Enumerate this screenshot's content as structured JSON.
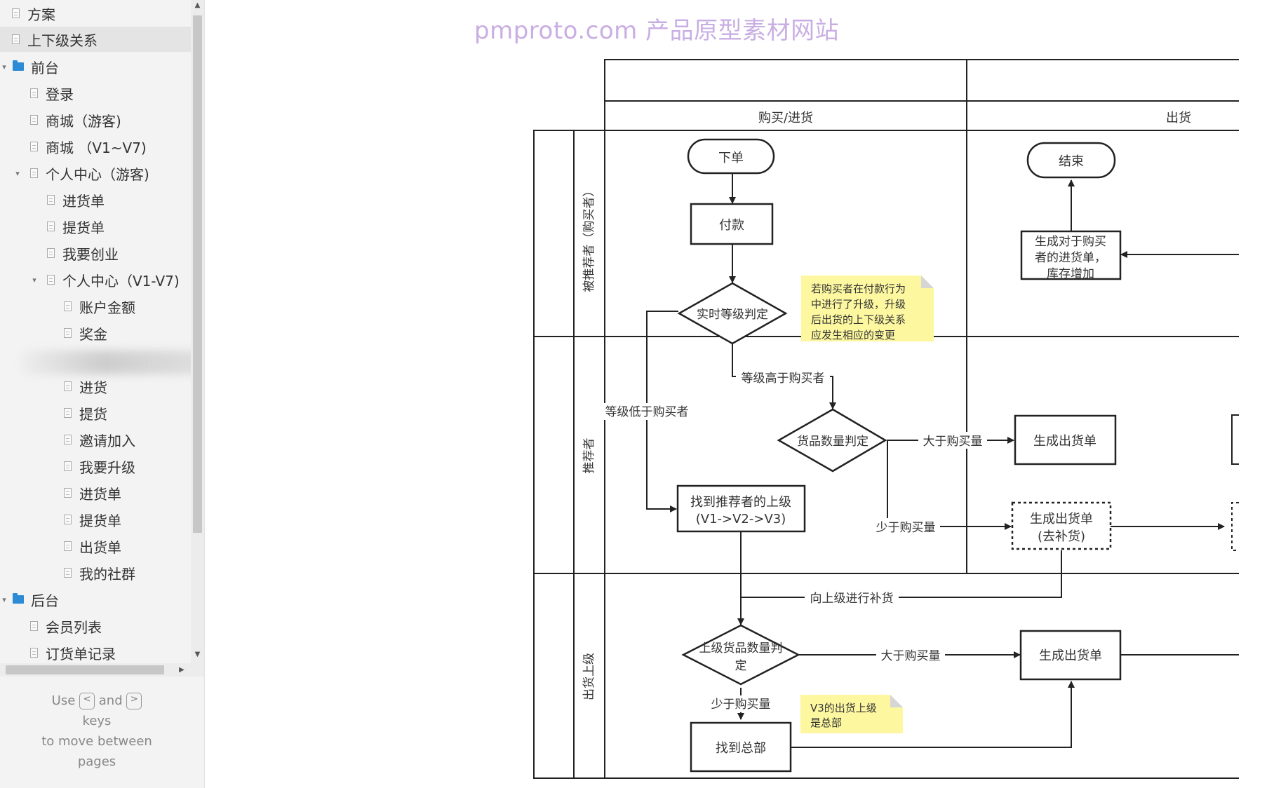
{
  "sidebar": {
    "items": [
      {
        "label": "方案",
        "type": "page",
        "level": 0
      },
      {
        "label": "上下级关系",
        "type": "page",
        "level": 0,
        "selected": true
      },
      {
        "label": "前台",
        "type": "folder",
        "level": 0,
        "expanded": true
      },
      {
        "label": "登录",
        "type": "page",
        "level": 1
      },
      {
        "label": "商城（游客)",
        "type": "page",
        "level": 1
      },
      {
        "label": "商城 （V1~V7)",
        "type": "page",
        "level": 1
      },
      {
        "label": "个人中心（游客)",
        "type": "page",
        "level": 1,
        "expanded": true
      },
      {
        "label": "进货单",
        "type": "page",
        "level": 2
      },
      {
        "label": "提货单",
        "type": "page",
        "level": 2
      },
      {
        "label": "我要创业",
        "type": "page",
        "level": 2
      },
      {
        "label": "个人中心（V1-V7)",
        "type": "page",
        "level": 2,
        "expanded": true
      },
      {
        "label": "账户金额",
        "type": "page",
        "level": 3
      },
      {
        "label": "奖金",
        "type": "page",
        "level": 3
      },
      {
        "label": "进货",
        "type": "page",
        "level": 3
      },
      {
        "label": "提货",
        "type": "page",
        "level": 3
      },
      {
        "label": "邀请加入",
        "type": "page",
        "level": 3
      },
      {
        "label": "我要升级",
        "type": "page",
        "level": 3
      },
      {
        "label": "进货单",
        "type": "page",
        "level": 3
      },
      {
        "label": "提货单",
        "type": "page",
        "level": 3
      },
      {
        "label": "出货单",
        "type": "page",
        "level": 3
      },
      {
        "label": "我的社群",
        "type": "page",
        "level": 3
      },
      {
        "label": "后台",
        "type": "folder",
        "level": 0,
        "expanded": true
      },
      {
        "label": "会员列表",
        "type": "page",
        "level": 1
      },
      {
        "label": "订货单记录",
        "type": "page",
        "level": 1
      }
    ],
    "hint": {
      "use": "Use",
      "key_prev": "<",
      "and": "and",
      "key_next": ">",
      "line2": "keys",
      "line3": "to move between",
      "line4": "pages"
    }
  },
  "banner": "pmproto.com 产品原型素材网站",
  "diagram": {
    "columns": {
      "buy": "购买/进货",
      "ship": "出货"
    },
    "lanes": {
      "lane1": "被推荐者（购买者）",
      "lane2": "推荐者",
      "lane3": "出货上级"
    },
    "nodes": {
      "order": "下单",
      "pay": "付款",
      "level_check": "实时等级判定",
      "qty_check": "货品数量判定",
      "gen_ship1": "生成出货单",
      "gen_ship_refill_1": "生成出货单",
      "gen_ship_refill_2": "(去补货)",
      "find_upper_1": "找到推荐者的上级",
      "find_upper_2": "(V1->V2->V3)",
      "upper_qty_1": "上级货品数量判",
      "upper_qty_2": "定",
      "gen_ship2": "生成出货单",
      "find_hq": "找到总部",
      "end": "结束",
      "gen_purchase_1": "生成对于购买",
      "gen_purchase_2": "者的进货单，",
      "gen_purchase_3": "库存增加"
    },
    "edges": {
      "level_higher": "等级高于购买者",
      "level_lower": "等级低于购买者",
      "more_than_buy": "大于购买量",
      "less_than_buy": "少于购买量",
      "refill_upper": "向上级进行补货",
      "more_than_buy_2": "大于购买量",
      "less_than_buy_2": "少于购买量"
    },
    "notes": {
      "note1": [
        "若购买者在付款行为",
        "中进行了升级，升级",
        "后出货的上下级关系",
        "应发生相应的变更"
      ],
      "note2": [
        "V3的出货上级",
        "是总部"
      ]
    }
  }
}
